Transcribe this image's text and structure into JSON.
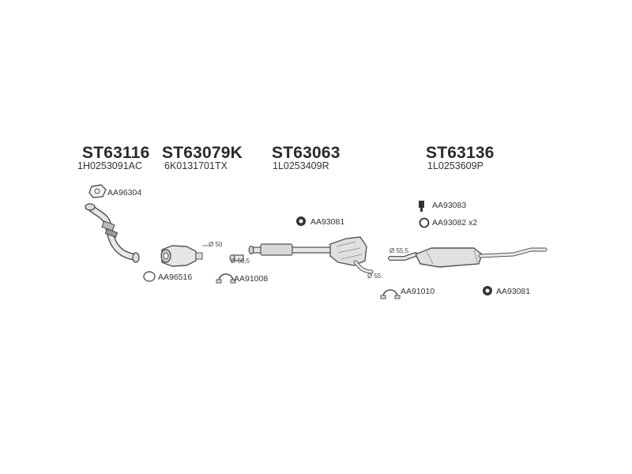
{
  "groups": [
    {
      "code": "ST63116",
      "ref": "1H0253091AC"
    },
    {
      "code": "ST63079K",
      "ref": "6K0131701TX"
    },
    {
      "code": "ST63063",
      "ref": "1L0253409R"
    },
    {
      "code": "ST63136",
      "ref": "1L0253609P"
    }
  ],
  "parts": {
    "gasket_front": "AA96304",
    "ring_front": "AA96516",
    "clamp_1": "AA91008",
    "mount_1": "AA93081",
    "clamp_2": "AA91010",
    "rubber_rear": "AA93083",
    "ring_rear": "AA93082 x2",
    "mount_2": "AA93081"
  },
  "dims": {
    "d50": "Ø 50",
    "d505": "Ø 50,5",
    "d55": "Ø 55",
    "d555": "Ø 55,5"
  }
}
